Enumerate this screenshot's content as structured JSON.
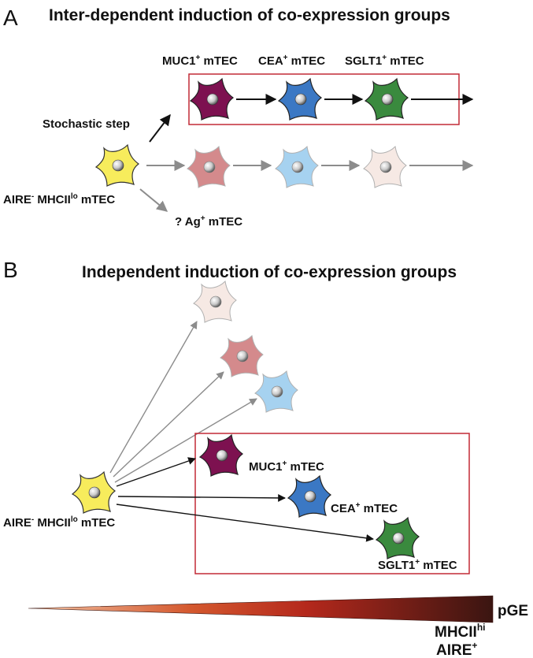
{
  "panel_a": {
    "letter": "A",
    "title": "Inter-dependent induction of co-expression groups",
    "group_labels": [
      {
        "main": "MUC1",
        "sup": "+",
        "rest": " mTEC"
      },
      {
        "main": "CEA",
        "sup": "+",
        "rest": " mTEC"
      },
      {
        "main": "SGLT1",
        "sup": "+",
        "rest": " mTEC"
      }
    ],
    "stochastic": "Stochastic step",
    "source": {
      "a": "AIRE",
      "a_sup": "-",
      "b": " MHCII",
      "b_sup": "lo",
      "c": " mTEC"
    },
    "question": {
      "pre": "? Ag",
      "sup": "+",
      "post": " mTEC"
    }
  },
  "panel_b": {
    "letter": "B",
    "title": "Independent induction of co-expression groups",
    "source": {
      "a": "AIRE",
      "a_sup": "-",
      "b": " MHCII",
      "b_sup": "lo",
      "c": " mTEC"
    },
    "targets": [
      {
        "main": "MUC1",
        "sup": "+",
        "rest": " mTEC"
      },
      {
        "main": "CEA",
        "sup": "+",
        "rest": " mTEC"
      },
      {
        "main": "SGLT1",
        "sup": "+",
        "rest": " mTEC"
      }
    ]
  },
  "gradient": {
    "label": "pGE",
    "line1": {
      "main": "MHCII",
      "sup": "hi"
    },
    "line2": {
      "main": "AIRE",
      "sup": "+"
    }
  },
  "colors": {
    "yellow": "#f7ec5c",
    "muc1": "#7d1150",
    "cea": "#3b78c4",
    "sglt1": "#3a8a3e",
    "pink": "#d48a8c",
    "light_blue": "#a6d2f0",
    "pale": "#f6e9e4",
    "box": "#c22a36",
    "arrow_grey": "#8c8c8c",
    "gradient_start": "#e8a27c",
    "gradient_mid": "#c8321e",
    "gradient_end": "#3a1511"
  }
}
